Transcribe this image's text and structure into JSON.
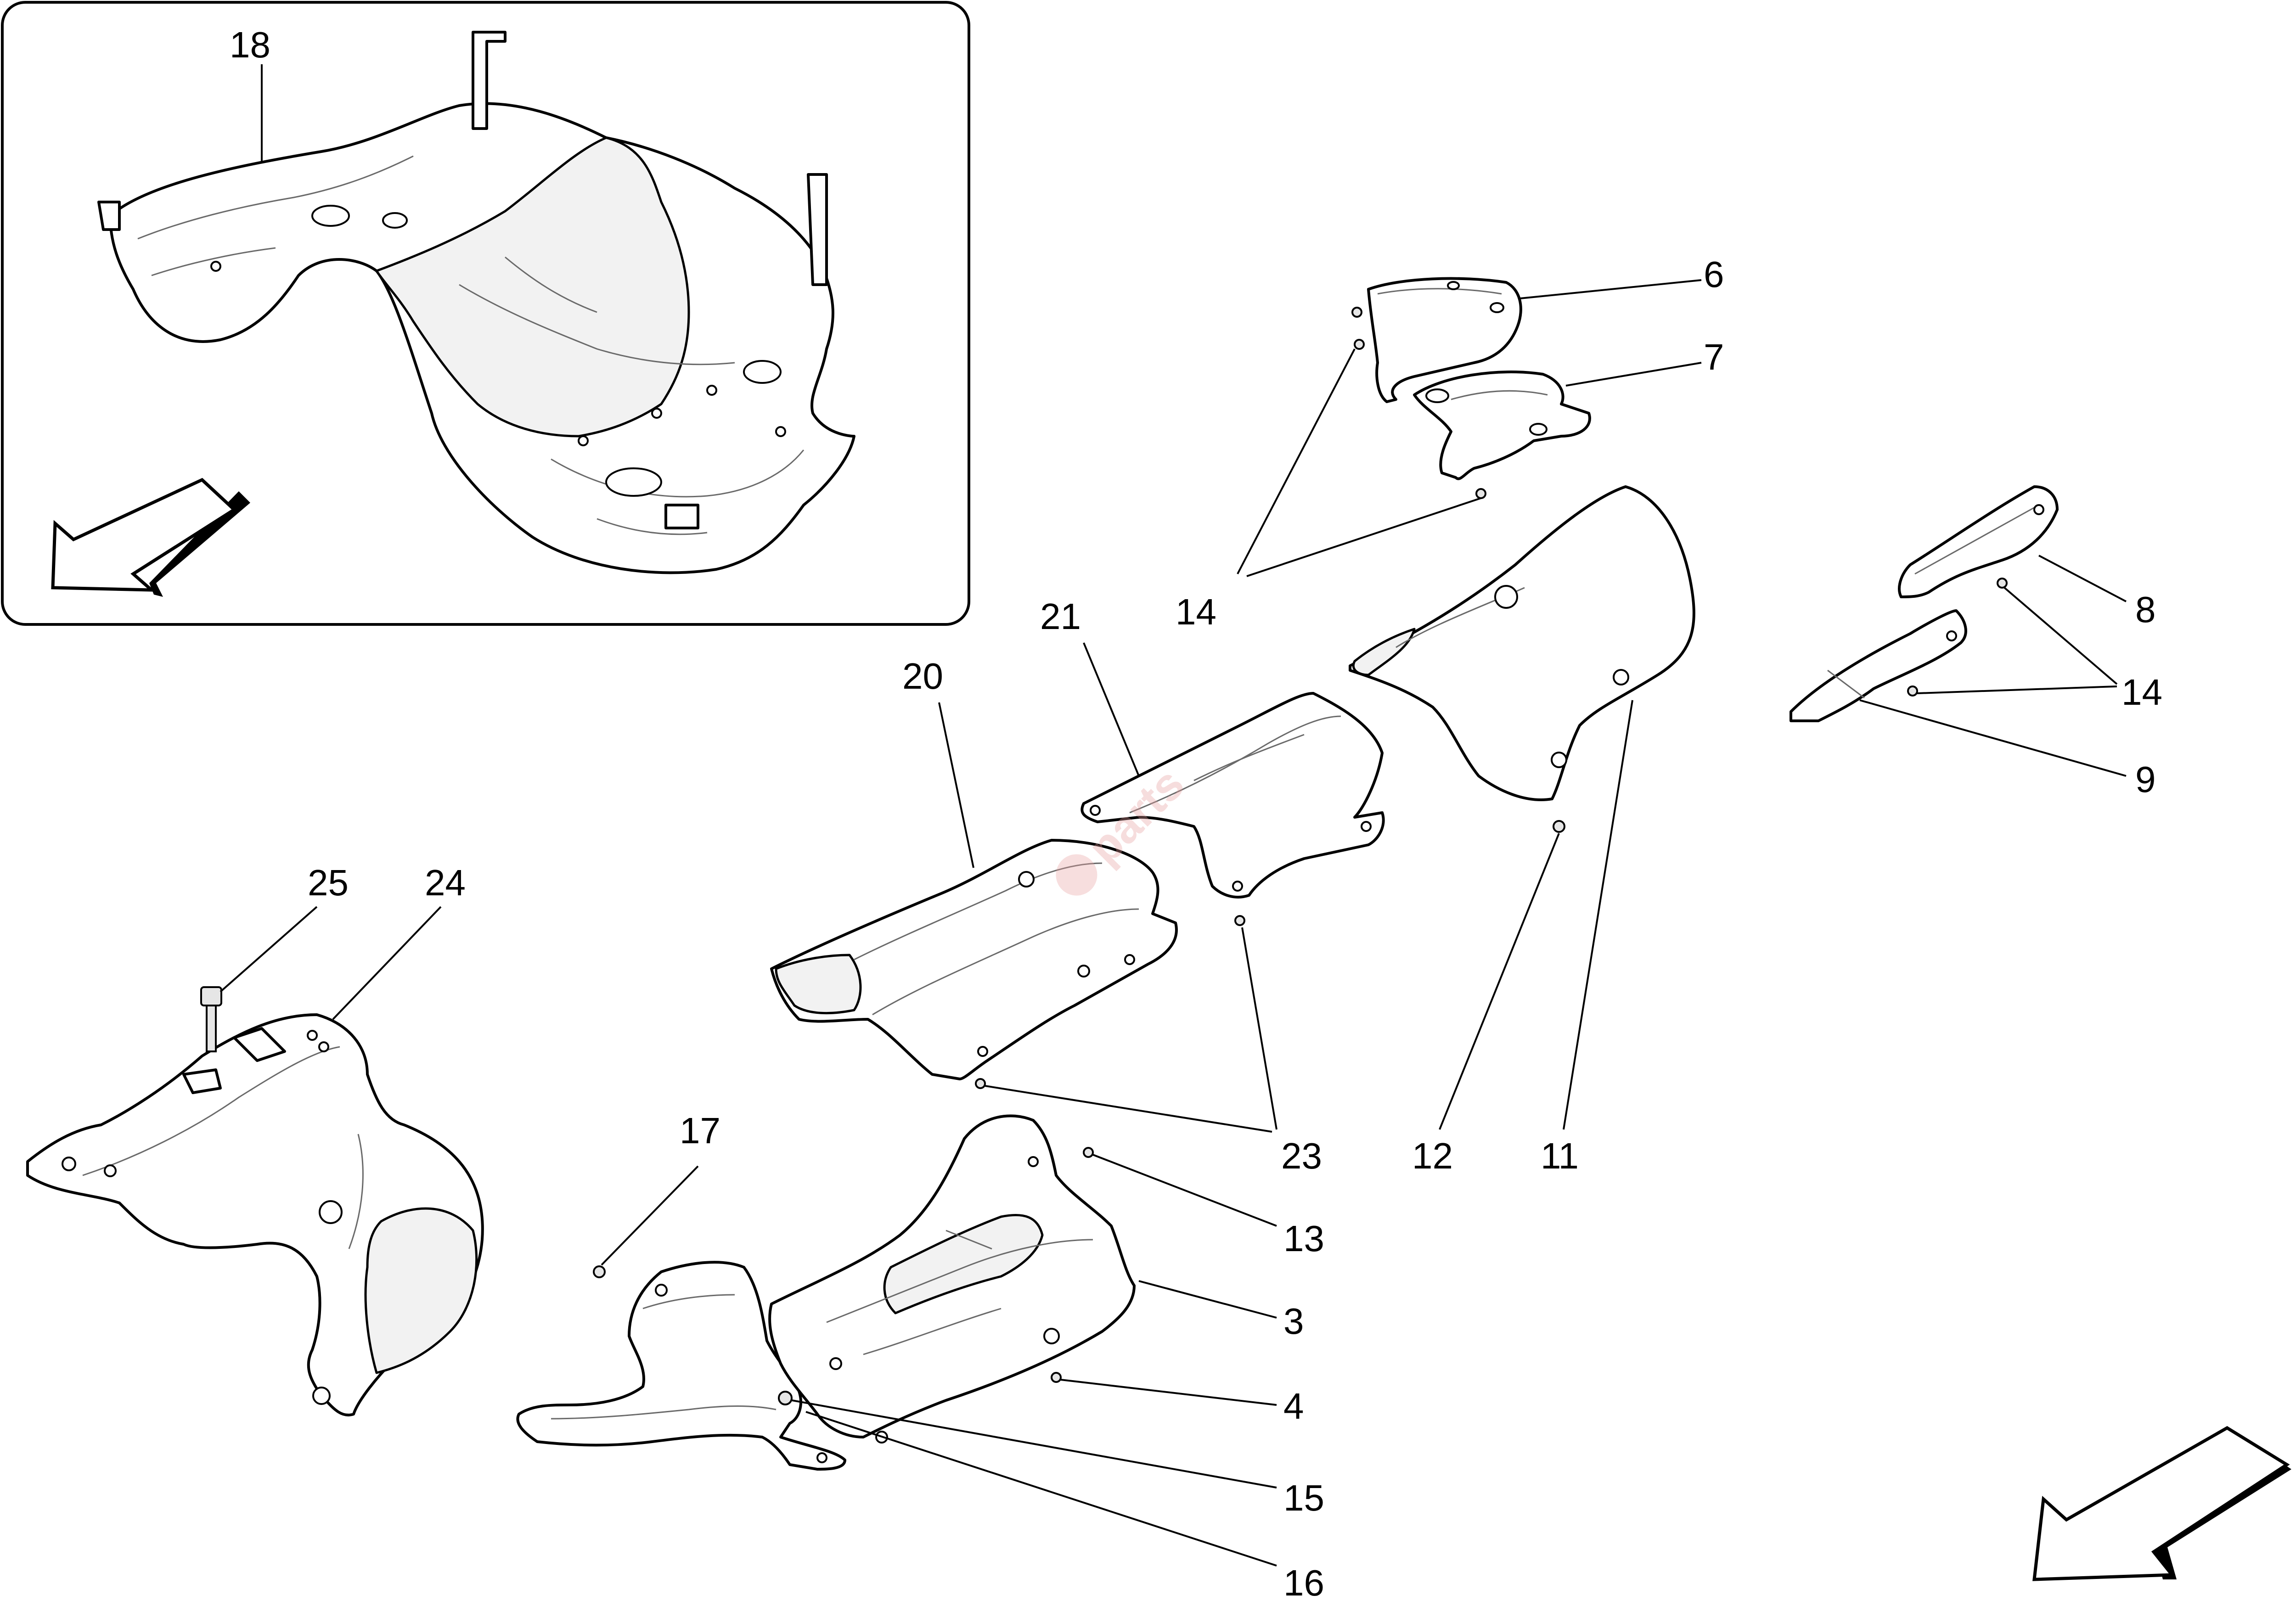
{
  "callouts": {
    "c18": "18",
    "c6": "6",
    "c7": "7",
    "c14a": "14",
    "c21": "21",
    "c20": "20",
    "c8": "8",
    "c14b": "14",
    "c9": "9",
    "c25": "25",
    "c24": "24",
    "c17": "17",
    "c23": "23",
    "c12": "12",
    "c11": "11",
    "c13": "13",
    "c3": "3",
    "c4": "4",
    "c15": "15",
    "c16": "16"
  },
  "watermark": {
    "text": "parts"
  }
}
